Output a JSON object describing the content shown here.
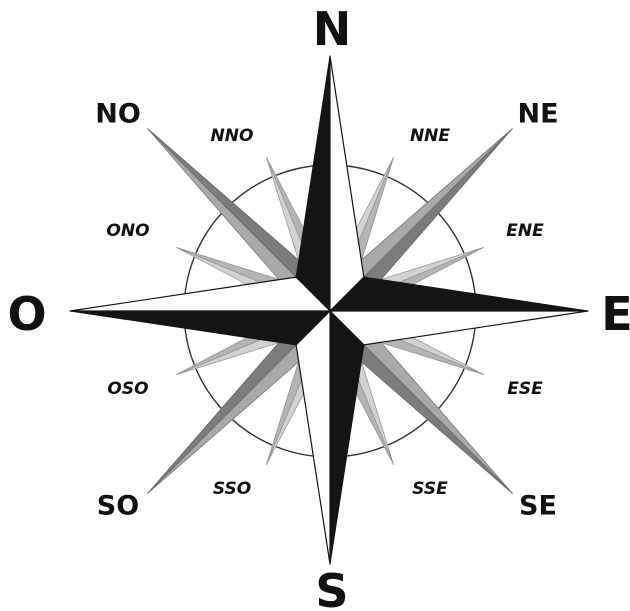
{
  "compass": {
    "labels": {
      "N": "N",
      "NNE": "NNE",
      "NE": "NE",
      "ENE": "ENE",
      "E": "E",
      "ESE": "ESE",
      "SE": "SE",
      "SSE": "SSE",
      "S": "S",
      "SSO": "SSO",
      "SO": "SO",
      "OSO": "OSO",
      "O": "O",
      "ONO": "ONO",
      "NO": "NO",
      "NNO": "NNO"
    }
  }
}
